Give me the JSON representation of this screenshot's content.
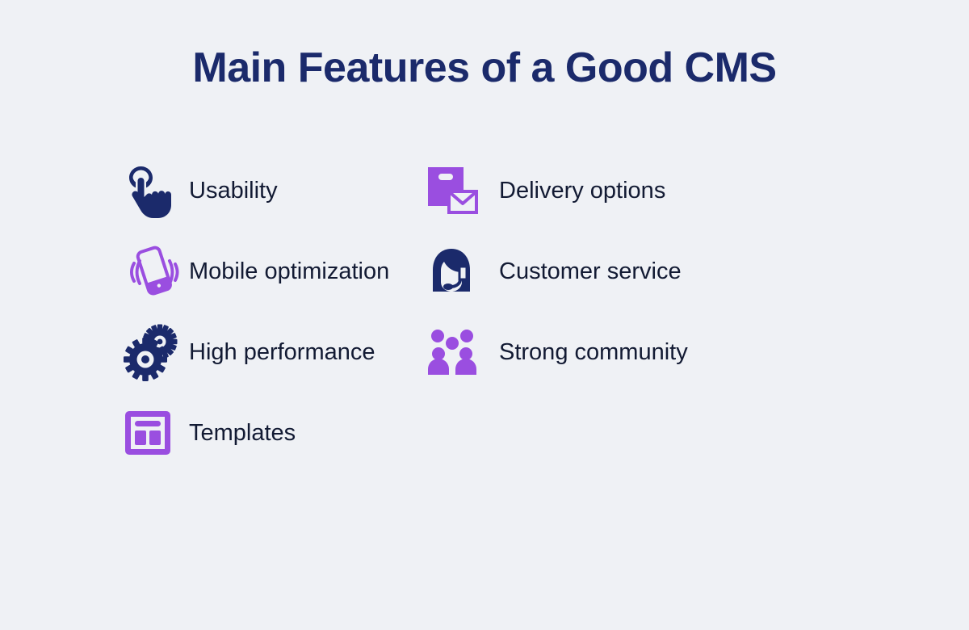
{
  "page": {
    "background_color": "#eff1f5",
    "title": "Main Features of a Good CMS",
    "title_color": "#1b2a6b",
    "label_color": "#121a33",
    "accent_navy": "#1b2a6b",
    "accent_purple": "#9a4ee0"
  },
  "columns": {
    "left": [
      {
        "label": "Usability",
        "icon": "hand-tap-icon",
        "icon_color": "#1b2a6b"
      },
      {
        "label": "Mobile optimization",
        "icon": "mobile-phone-icon",
        "icon_color": "#9a4ee0"
      },
      {
        "label": "High performance",
        "icon": "gears-icon",
        "icon_color": "#1b2a6b"
      },
      {
        "label": "Templates",
        "icon": "template-layout-icon",
        "icon_color": "#9a4ee0"
      }
    ],
    "right": [
      {
        "label": "Delivery options",
        "icon": "shopping-bag-envelope-icon",
        "icon_color": "#9a4ee0"
      },
      {
        "label": "Customer service",
        "icon": "support-agent-headset-icon",
        "icon_color": "#1b2a6b"
      },
      {
        "label": "Strong community",
        "icon": "people-group-icon",
        "icon_color": "#9a4ee0"
      }
    ]
  }
}
